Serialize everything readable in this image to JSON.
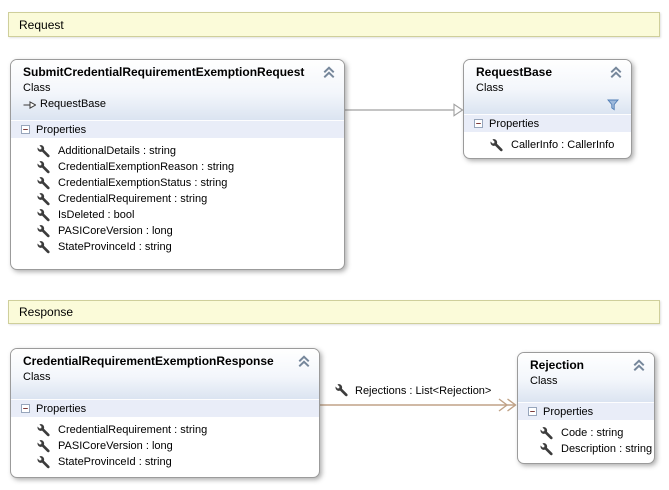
{
  "groups": {
    "request": {
      "label": "Request"
    },
    "response": {
      "label": "Response"
    }
  },
  "labels": {
    "properties_section": "Properties"
  },
  "classes": {
    "submit_request": {
      "title": "SubmitCredentialRequirementExemptionRequest",
      "stereotype": "Class",
      "base": "RequestBase",
      "properties": [
        "AdditionalDetails : string",
        "CredentialExemptionReason : string",
        "CredentialExemptionStatus : string",
        "CredentialRequirement : string",
        "IsDeleted : bool",
        "PASICoreVersion : long",
        "StateProvinceId : string"
      ]
    },
    "request_base": {
      "title": "RequestBase",
      "stereotype": "Class",
      "properties": [
        "CallerInfo : CallerInfo"
      ]
    },
    "response": {
      "title": "CredentialRequirementExemptionResponse",
      "stereotype": "Class",
      "properties": [
        "CredentialRequirement : string",
        "PASICoreVersion : long",
        "StateProvinceId : string"
      ]
    },
    "rejection": {
      "title": "Rejection",
      "stereotype": "Class",
      "properties": [
        "Code : string",
        "Description : string"
      ]
    }
  },
  "connectors": {
    "inheritance": {
      "from": "SubmitCredentialRequirementExemptionRequest",
      "to": "RequestBase"
    },
    "association": {
      "label": "Rejections : List<Rejection>"
    }
  },
  "colors": {
    "group_fill": "#fbfbd9",
    "group_border": "#cfcf9b",
    "box_border": "#9b9b9b",
    "header_gradient_end": "#dbe4f1",
    "section_fill": "#e9edf8",
    "inheritance_line": "#a0a0a0",
    "association_line": "#c0a287",
    "filter_icon_blue": "#4f7cb4"
  }
}
